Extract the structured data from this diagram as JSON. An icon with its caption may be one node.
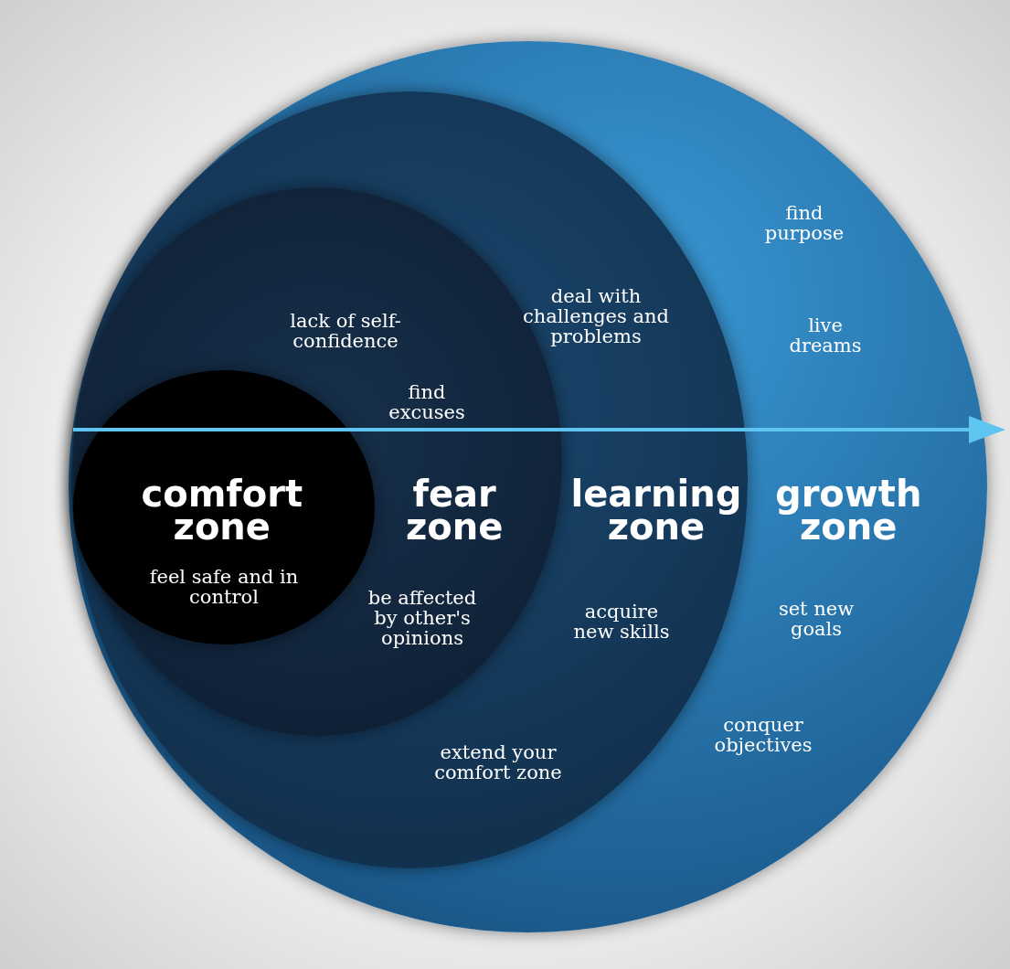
{
  "diagram": {
    "nodes": [
      {
        "text": [
          "growth zone",
          "find purpose",
          "live dreams",
          "set new goals",
          "conquer objectives"
        ]
      },
      {
        "text": [
          "learning zone",
          "deal with challenges and problems",
          "acquire new skills",
          "extend your comfort zone"
        ],
        "in": 0
      },
      {
        "text": [
          "fear zone",
          "lack of self-confidence",
          "find excuses",
          "be affected by other's opinions"
        ],
        "in": 1
      },
      {
        "text": [
          "comfort zone",
          "feel safe and in control"
        ],
        "in": 2
      }
    ],
    "edges": []
  }
}
